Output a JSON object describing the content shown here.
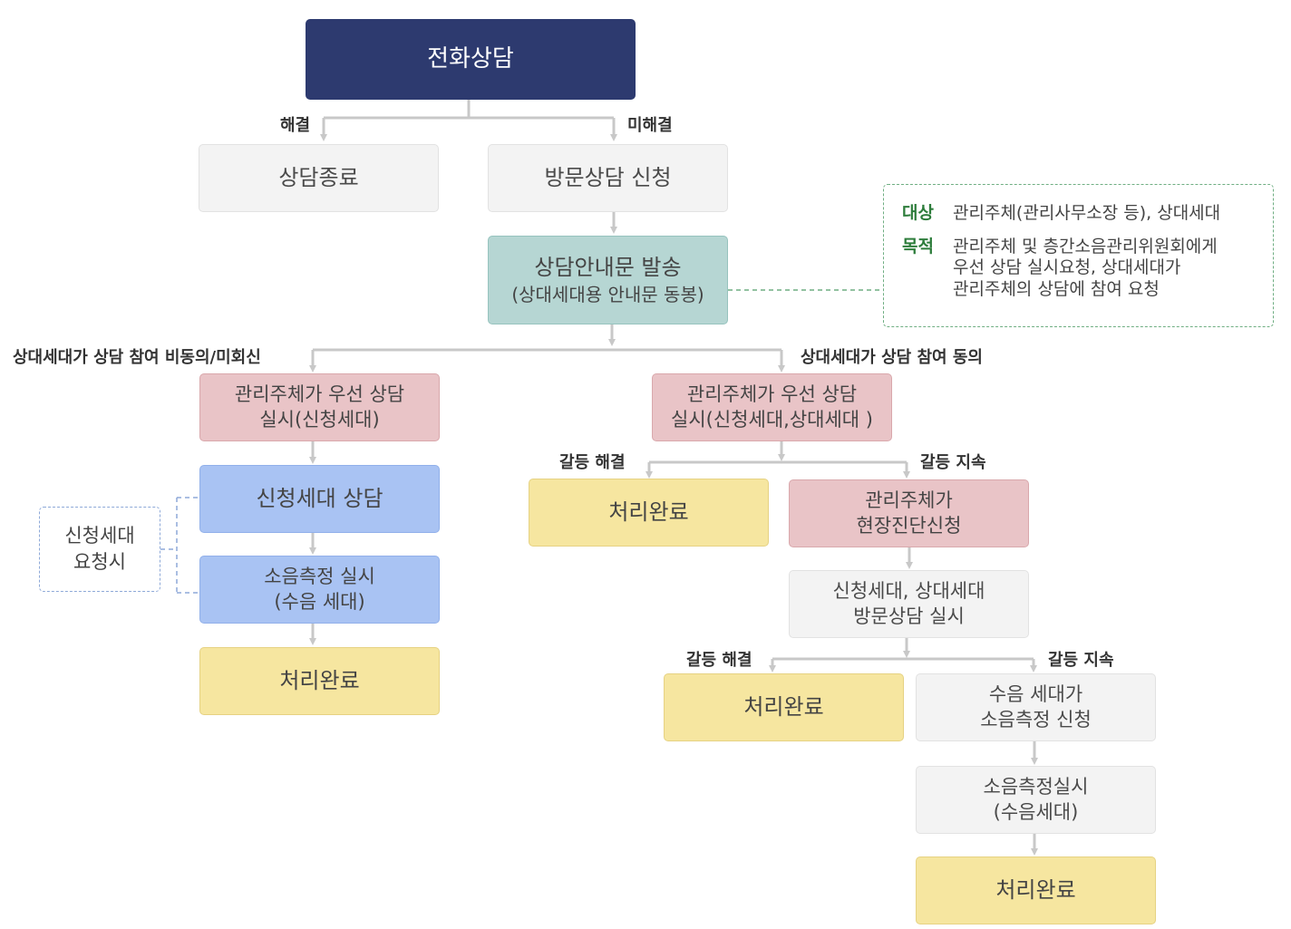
{
  "nodes": {
    "phone": "전화상담",
    "end": "상담종료",
    "visit_request": "방문상담 신청",
    "notice_line1": "상담안내문 발송",
    "notice_line2": "(상대세대용 안내문 동봉)",
    "left_mgmt_line1": "관리주체가 우선 상담",
    "left_mgmt_line2": "실시(신청세대)",
    "applicant_consult": "신청세대 상담",
    "left_measure_line1": "소음측정 실시",
    "left_measure_line2": "(수음 세대)",
    "done": "처리완료",
    "right_mgmt_line1": "관리주체가 우선 상담",
    "right_mgmt_line2": "실시(신청세대,상대세대 )",
    "diag_line1": "관리주체가",
    "diag_line2": "현장진단신청",
    "both_visit_line1": "신청세대, 상대세대",
    "both_visit_line2": "방문상담 실시",
    "recv_request_line1": "수음 세대가",
    "recv_request_line2": "소음측정 신청",
    "final_measure_line1": "소음측정실시",
    "final_measure_line2": "(수음세대)"
  },
  "labels": {
    "resolved": "해결",
    "unresolved": "미해결",
    "disagree": "상대세대가 상담 참여 비동의/미회신",
    "agree": "상대세대가 상담 참여 동의",
    "conflict_resolved": "갈등 해결",
    "conflict_continues": "갈등 지속"
  },
  "info": {
    "target_key": "대상",
    "target_value": "관리주체(관리사무소장 등), 상대세대",
    "purpose_key": "목적",
    "purpose_value": "관리주체 및 층간소음관리위원회에게\n우선 상담 실시요청, 상대세대가\n관리주체의 상담에 참여 요청"
  },
  "side_note": {
    "line1": "신청세대",
    "line2": "요청시"
  },
  "colors": {
    "navy": "#2d3a6f",
    "teal": "#b6d6d3",
    "pink": "#e9c4c7",
    "blue": "#a9c3f3",
    "yellow": "#f6e6a0",
    "gray": "#f3f3f3",
    "line": "#c8c8c8"
  }
}
